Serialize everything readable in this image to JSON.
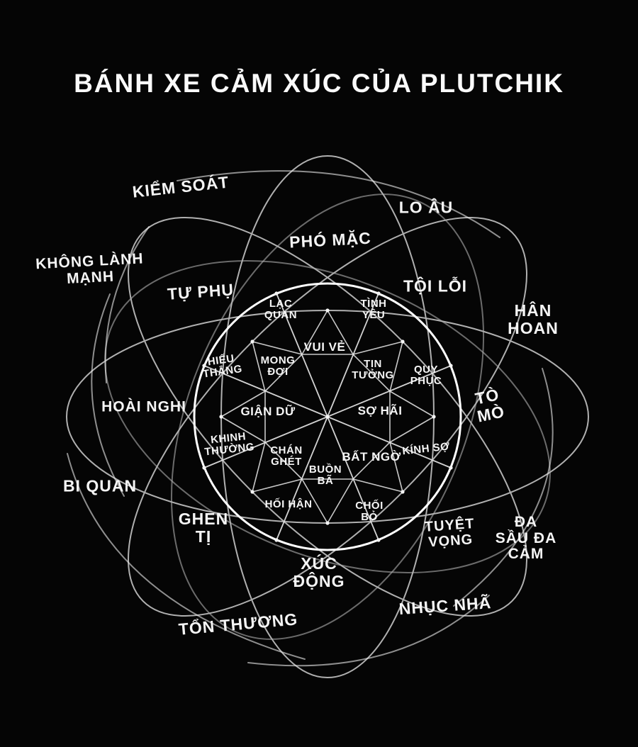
{
  "title": "BÁNH XE CẢM XÚC CỦA PLUTCHIK",
  "diagram": "Plutchik wheel of emotions (Vietnamese)",
  "outer": {
    "kiem_soat": "KIỂM SOÁT",
    "lo_au": "LO ÂU",
    "pho_mac": "PHÓ MẶC",
    "khong_lanh_manh": "KHÔNG LÀNH\nMẠNH",
    "tu_phu": "TỰ PHỤ",
    "toi_loi": "TỘI LỖI",
    "han_hoan": "HÂN\nHOAN",
    "hoai_nghi": "HOÀI NGHI",
    "to_mo": "TÒ\nMÒ",
    "bi_quan": "BI QUAN",
    "ghen_ti": "GHEN\nTỊ",
    "tuyet_vong": "TUYỆT\nVỌNG",
    "da_sau_da_cam": "ĐA\nSẦU ĐA\nCẢM",
    "xuc_dong": "XÚC\nĐỘNG",
    "nhuc_nha": "NHỤC NHÃ",
    "ton_thuong": "TỔN THƯƠNG"
  },
  "wheel": {
    "lac_quan": "LẠC\nQUAN",
    "tinh_yeu": "TÌNH\nYÊU",
    "vui_ve": "VUI VẺ",
    "hieu_thang": "HIẾU\nTHẮNG",
    "mong_doi": "MONG\nĐỢI",
    "tin_tuong": "TIN\nTƯỞNG",
    "quy_phuc": "QUY\nPHỤC",
    "gian_du": "GIẬN DỮ",
    "so_hai": "SỢ HÃI",
    "khinh_thuong": "KHINH\nTHƯỜNG",
    "chan_ghet": "CHÁN\nGHÉT",
    "bat_ngo": "BẤT NGỜ",
    "kinh_so": "KÍNH SỢ",
    "buon_ba": "BUỒN\nBÃ",
    "hoi_han": "HỐI HẬN",
    "choi_bo": "CHỐI\nBỎ"
  },
  "colors": {
    "background": "#050505",
    "ink": "#f2f2f2"
  }
}
